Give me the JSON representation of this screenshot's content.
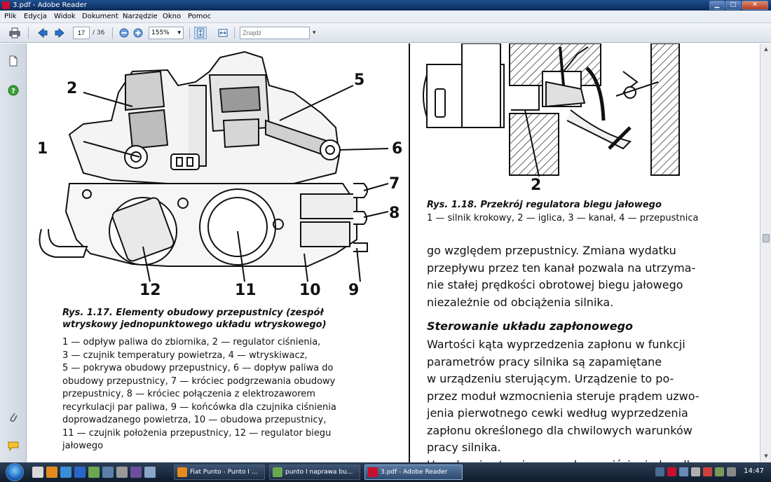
{
  "window": {
    "title": "3.pdf - Adobe Reader"
  },
  "menu": [
    "Plik",
    "Edycja",
    "Widok",
    "Dokument",
    "Narzędzie",
    "Okno",
    "Pomoc"
  ],
  "toolbar": {
    "page_current": "17",
    "page_total": "/ 36",
    "zoom": "155%",
    "find_placeholder": "Znajdź"
  },
  "figure_left": {
    "labels": [
      "2",
      "5",
      "1",
      "6",
      "7",
      "8",
      "12",
      "11",
      "10",
      "9"
    ],
    "caption_title_line1": "Rys. 1.17. Elementy obudowy przepustnicy (zespół",
    "caption_title_line2": "wtryskowy jednopunktowego układu wtryskowego)",
    "caption_lines": [
      "1 — odpływ paliwa do zbiornika, 2 — regulator ciśnienia,",
      "3 — czujnik temperatury powietrza, 4 — wtryskiwacz,",
      "5 — pokrywa obudowy przepustnicy, 6 — dopływ paliwa do",
      "obudowy przepustnicy, 7 — króciec podgrzewania obudowy",
      "przepustnicy, 8 — króciec połączenia z elektrozaworem",
      "recyrkulacji par paliwa, 9 — końcówka dla czujnika ciśnienia",
      "doprowadzanego powietrza, 10 — obudowa przepustnicy,",
      "11 — czujnik położenia przepustnicy, 12 — regulator biegu",
      "jałowego"
    ]
  },
  "figure_right": {
    "label": "2",
    "caption_title": "Rys. 1.18. Przekrój regulatora biegu jałowego",
    "caption_line": "1 — silnik krokowy, 2 — iglica, 3 — kanał, 4 — przepustnica"
  },
  "body": {
    "paragraph1": [
      "go względem przepustnicy. Zmiana wydatku",
      "przepływu przez ten kanał pozwala na utrzyma-",
      "nie stałej prędkości obrotowej biegu jałowego",
      "niezależnie od obciążenia silnika."
    ],
    "section_title": "Sterowanie układu zapłonowego",
    "paragraph2": [
      "Wartości kąta wyprzedzenia zapłonu w funkcji",
      "parametrów pracy silnika są zapamiętane",
      "w urządzeniu sterującym. Urządzenie to po-",
      "przez moduł wzmocnienia steruje prądem uzwo-",
      "jenia pierwotnego cewki według wyprzedzenia",
      "zapłonu określonego dla chwilowych warunków",
      "pracy silnika.",
      "Urządzenie sterujące ma dwa wyjścia: jedno dla"
    ]
  },
  "taskbar": {
    "tasks": [
      "Fiat Punto - Punto I ...",
      "punto I naprawa bu...",
      "3.pdf - Adobe Reader"
    ],
    "clock": "14:47"
  },
  "colors": {
    "titlebar": "#0a2a5a",
    "accent_red": "#c8102e"
  }
}
